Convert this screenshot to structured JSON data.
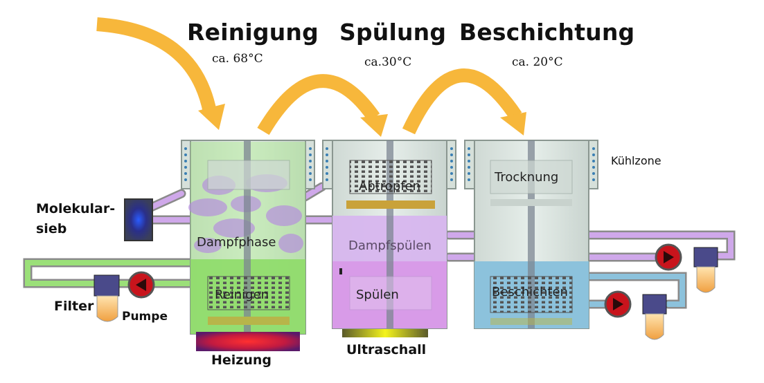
{
  "stages": [
    {
      "name": "Reinigung",
      "temp": "ca. 68°C"
    },
    {
      "name": "Spülung",
      "temp": "ca.30°C"
    },
    {
      "name": "Beschichtung",
      "temp": "ca. 20°C"
    }
  ],
  "labels": {
    "kuehlzone": "Kühlzone",
    "molekularsieb": "Molekular-\nsieb",
    "filter": "Filter",
    "pumpe": "Pumpe",
    "heizung": "Heizung",
    "ultraschall": "Ultraschall",
    "dampfphase": "Dampfphase",
    "dampfspuelen": "Dampfspülen",
    "reinigen": "Reinigen",
    "spuelen": "Spülen",
    "abtropfen": "Abtropfen",
    "trocknung": "Trocknung",
    "beschichten": "Beschichten"
  },
  "colors": {
    "arrow": "#f7b73b",
    "cleaning_liquid": "#8fdc6a",
    "rinse_liquid": "#d89be8",
    "coating_liquid": "#8cc2dc",
    "vapor": "#b58ae0",
    "heater": "#e8272b",
    "ultrasound": "#e9ef1e",
    "pump": "#c8141c",
    "molecular_sieve": "#2040e0"
  }
}
